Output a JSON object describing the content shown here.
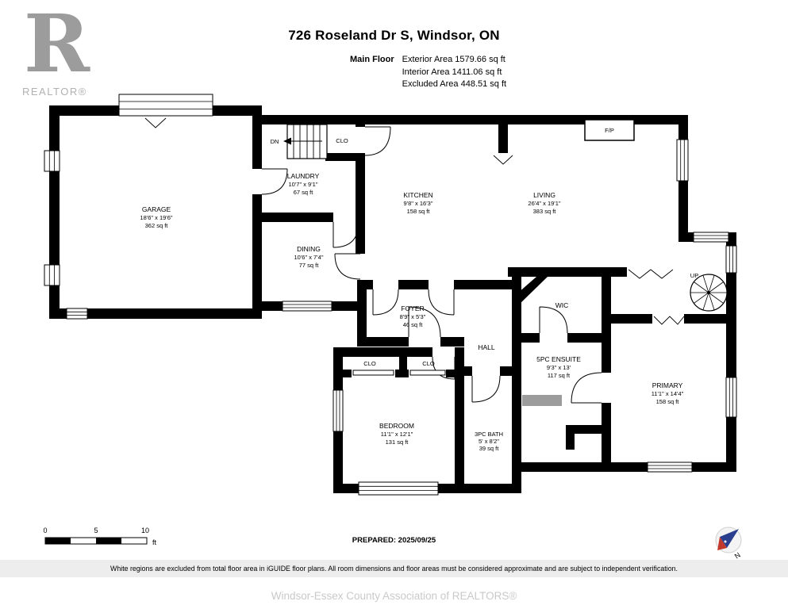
{
  "header": {
    "title": "726 Roseland Dr S, Windsor, ON",
    "floor_label": "Main Floor",
    "areas": {
      "exterior": "Exterior Area 1579.66 sq ft",
      "interior": "Interior Area 1411.06 sq ft",
      "excluded": "Excluded Area 448.51 sq ft"
    }
  },
  "logo": {
    "letter": "R",
    "text": "REALTOR®"
  },
  "rooms": {
    "garage": {
      "name": "GARAGE",
      "dims": "18'6\" x 19'6\"",
      "area": "362 sq ft"
    },
    "laundry": {
      "name": "LAUNDRY",
      "dims": "10'7\" x 9'1\"",
      "area": "67 sq ft"
    },
    "kitchen": {
      "name": "KITCHEN",
      "dims": "9'8\" x 16'3\"",
      "area": "158 sq ft"
    },
    "living": {
      "name": "LIVING",
      "dims": "26'4\" x 19'1\"",
      "area": "383 sq ft"
    },
    "dining": {
      "name": "DINING",
      "dims": "10'6\" x 7'4\"",
      "area": "77 sq ft"
    },
    "foyer": {
      "name": "FOYER",
      "dims": "8'9\" x 5'3\"",
      "area": "46 sq ft"
    },
    "hall": {
      "name": "HALL"
    },
    "wic": {
      "name": "WIC"
    },
    "ensuite": {
      "name": "5PC ENSUITE",
      "dims": "9'3\" x 13'",
      "area": "117 sq ft"
    },
    "primary": {
      "name": "PRIMARY",
      "dims": "11'1\" x 14'4\"",
      "area": "158 sq ft"
    },
    "bedroom": {
      "name": "BEDROOM",
      "dims": "11'1\" x 12'1\"",
      "area": "131 sq ft"
    },
    "bath": {
      "name": "3PC BATH",
      "dims": "5' x 8'2\"",
      "area": "39 sq ft"
    }
  },
  "annotations": {
    "dn": "DN",
    "up": "UP",
    "fp": "F/P",
    "clo": "CLO"
  },
  "scalebar": {
    "t0": "0",
    "t5": "5",
    "t10": "10",
    "unit": "ft"
  },
  "footer": {
    "prepared": "PREPARED: 2025/09/25",
    "north": "N",
    "disclaimer": "White regions are excluded from total floor area in iGUIDE floor plans. All room dimensions and floor areas must be considered approximate and are subject to independent verification.",
    "association": "Windsor-Essex County Association of REALTORS®"
  },
  "colors": {
    "wall": "#000000",
    "counter_gray": "#9c9c9c",
    "compass_blue": "#2b3f8f",
    "compass_red": "#c0392b",
    "disclaimer_bg": "#ededed",
    "association_text": "#c9c9c9",
    "logo_gray": "#9c9c9c"
  }
}
